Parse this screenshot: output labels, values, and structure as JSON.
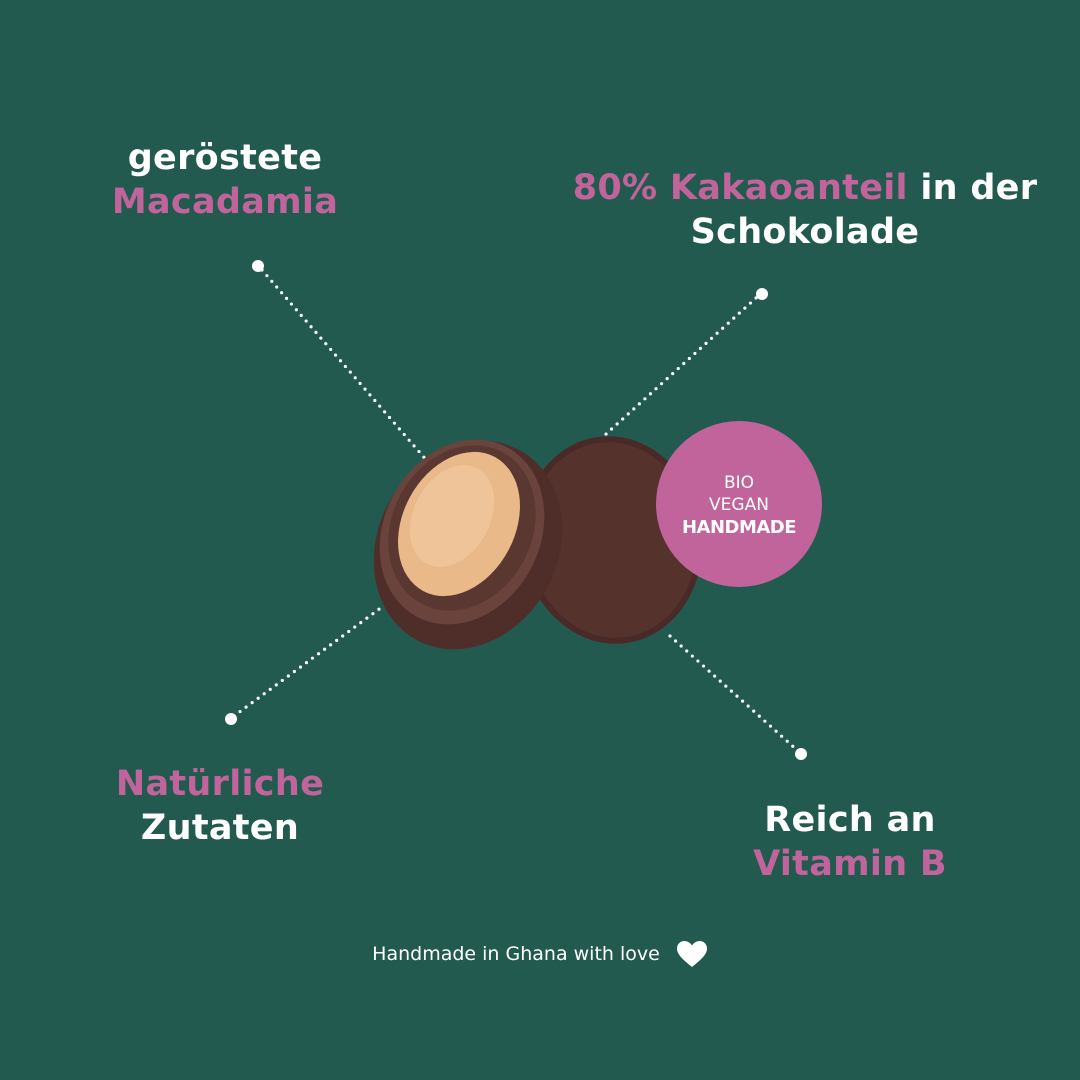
{
  "background_color": "#225a4f",
  "accent_color": "#c0649b",
  "text_color": "#ffffff",
  "callouts": {
    "top_left": {
      "line1": "geröstete",
      "line2": "Macadamia"
    },
    "top_right": {
      "line1_pink": "80% Kakaoanteil",
      "line1_white": " in der",
      "line2": "Schokolade"
    },
    "bottom_left": {
      "line1": "Natürliche",
      "line2": "Zutaten"
    },
    "bottom_right": {
      "line1": "Reich an",
      "line2": "Vitamin B"
    }
  },
  "badge": {
    "line1": "BIO",
    "line2": "VEGAN",
    "line3": "HANDMADE"
  },
  "footer": {
    "text": "Handmade in Ghana with love",
    "icon": "heart-icon"
  },
  "product_image": {
    "description": "chocolate-coated macadamia nut, halved"
  }
}
